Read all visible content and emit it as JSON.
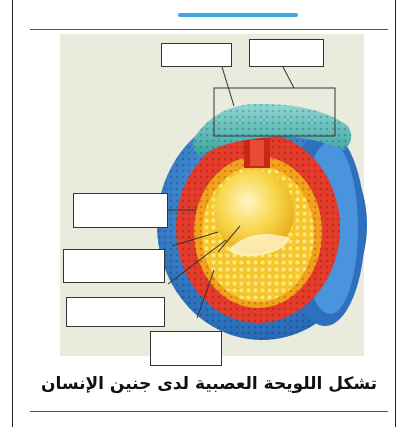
{
  "figure": {
    "caption": "تشكل اللويحة العصبية لدى جنين الإنسان",
    "label_boxes": [
      {
        "id": "top-left",
        "text": ""
      },
      {
        "id": "top-right",
        "text": ""
      },
      {
        "id": "left-1",
        "text": ""
      },
      {
        "id": "left-2",
        "text": ""
      },
      {
        "id": "left-3",
        "text": ""
      },
      {
        "id": "bottom",
        "text": ""
      }
    ]
  },
  "colors": {
    "ectoderm_blue": "#2f7fcf",
    "mesoderm_red": "#e43b2a",
    "yolk_yellow": "#f4c62a",
    "neural_plate_teal": "#4cb8b4",
    "background": "#e9ebdd"
  }
}
